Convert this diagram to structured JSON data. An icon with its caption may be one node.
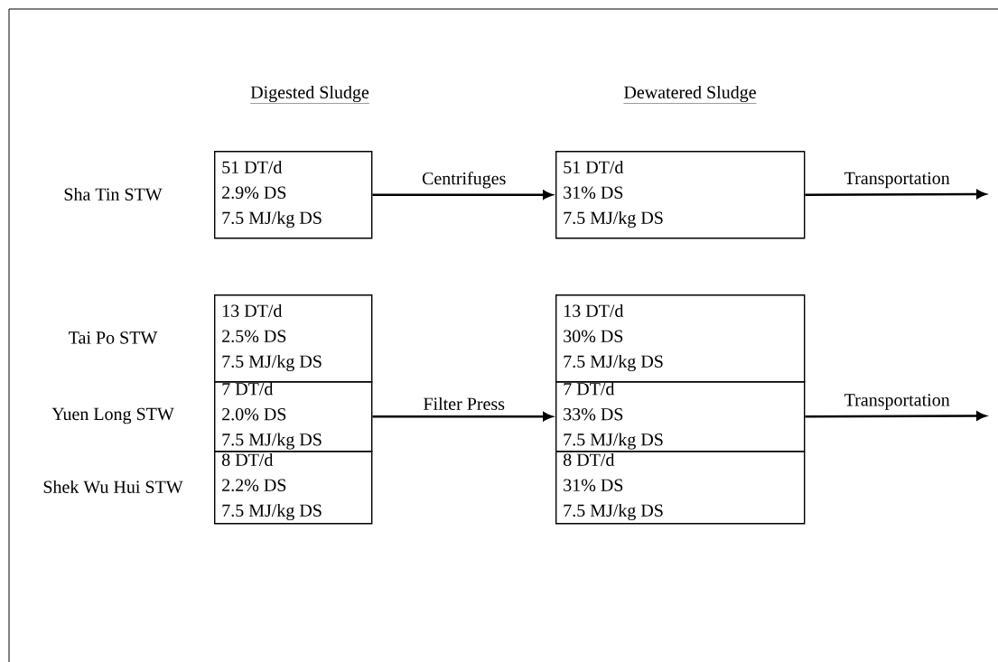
{
  "diagram": {
    "nodes": [
      {
        "text": [
          "51 DT/d",
          "2.9% DS",
          "7.5 MJ/kg DS"
        ],
        "beside": [
          "Sha Tin STW"
        ]
      },
      {
        "text": [
          "51 DT/d",
          "31% DS",
          "7.5 MJ/kg DS"
        ]
      },
      {
        "text": [
          "13 DT/d",
          "2.5% DS",
          "7.5 MJ/kg DS"
        ],
        "beside": [
          "Tai Po STW"
        ]
      },
      {
        "text": [
          "7 DT/d",
          "2.0% DS",
          "7.5 MJ/kg DS"
        ],
        "beside": [
          "Yuen Long STW"
        ]
      },
      {
        "text": [
          "8 DT/d",
          "2.2% DS",
          "7.5 MJ/kg DS"
        ],
        "beside": [
          "Shek Wu Hui STW"
        ]
      },
      {
        "text": [
          "13 DT/d",
          "30% DS",
          "7.5 MJ/kg DS"
        ]
      },
      {
        "text": [
          "7 DT/d",
          "33% DS",
          "7.5 MJ/kg DS"
        ]
      },
      {
        "text": [
          "8 DT/d",
          "31% DS",
          "7.5 MJ/kg DS"
        ]
      }
    ],
    "edges": [
      {
        "from": 0,
        "to": 1,
        "arrow": "to",
        "label": "Centrifuges"
      },
      {
        "from": 1,
        "to": null,
        "arrow": "to",
        "label": "Transportation"
      },
      {
        "from": 3,
        "to": 6,
        "arrow": "to",
        "label": "Filter Press"
      },
      {
        "from": 6,
        "to": null,
        "arrow": "to",
        "label": "Transportation"
      }
    ],
    "labels": [
      "Digested Sludge",
      "Dewatered Sludge"
    ]
  }
}
